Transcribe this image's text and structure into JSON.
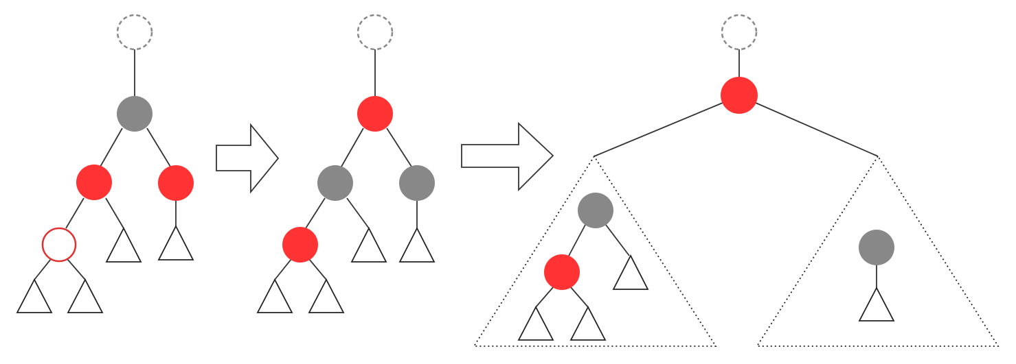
{
  "colors": {
    "red_node": "#ff3333",
    "black_node": "#888888",
    "edge": "#333333",
    "ghost_stroke": "#888888",
    "new_node_stroke": "#e03030",
    "subtree_stroke": "#222222",
    "arrow_stroke": "#333333",
    "background": "#ffffff"
  },
  "steps": [
    {
      "id": "before",
      "nodes": [
        {
          "id": "ghost-parent",
          "kind": "ghost"
        },
        {
          "id": "grandparent",
          "kind": "black"
        },
        {
          "id": "parent",
          "kind": "red"
        },
        {
          "id": "uncle",
          "kind": "red"
        },
        {
          "id": "inserted-node",
          "kind": "new-red"
        }
      ],
      "subtree_count": 4
    },
    {
      "id": "after-recolor",
      "nodes": [
        {
          "id": "ghost-parent",
          "kind": "ghost"
        },
        {
          "id": "grandparent",
          "kind": "red"
        },
        {
          "id": "parent",
          "kind": "black"
        },
        {
          "id": "uncle",
          "kind": "black"
        },
        {
          "id": "inserted-node",
          "kind": "red"
        }
      ],
      "subtree_count": 4
    },
    {
      "id": "abstracted",
      "nodes": [
        {
          "id": "ghost-parent",
          "kind": "ghost"
        },
        {
          "id": "root",
          "kind": "red"
        },
        {
          "id": "left-black",
          "kind": "black"
        },
        {
          "id": "left-red",
          "kind": "red"
        },
        {
          "id": "right-black",
          "kind": "black"
        }
      ],
      "subtree_count": 4,
      "group_count": 2
    }
  ],
  "transition_arrows": 2
}
